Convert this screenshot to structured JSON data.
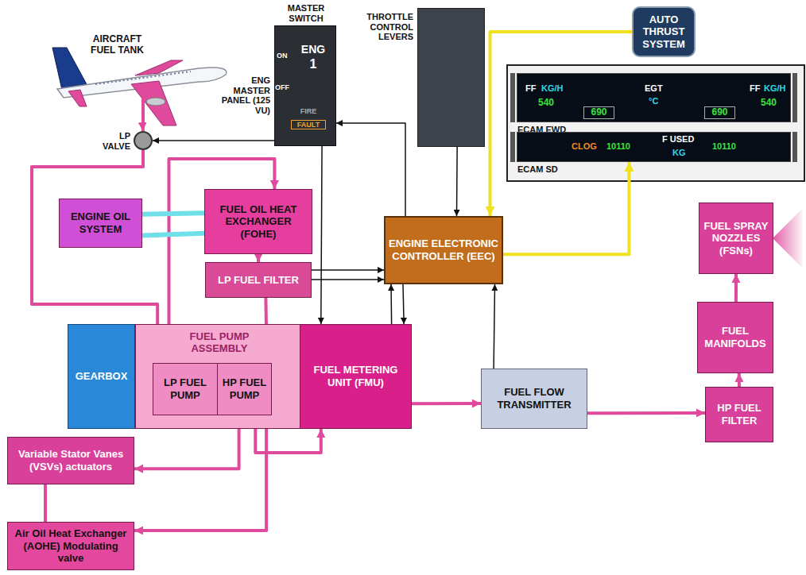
{
  "diagram": {
    "nodes": [
      {
        "text": [
          "AIRCRAFT FUEL TANK"
        ]
      },
      {
        "text": [
          "LP VALVE"
        ]
      },
      {
        "text": [
          "MASTER SWITCH",
          "ON",
          "OFF",
          "ENG",
          "1",
          "FIRE",
          "FAULT",
          "ENG MASTER PANEL (125 VU)"
        ]
      },
      {
        "text": [
          "THROTTLE CONTROL LEVERS"
        ]
      },
      {
        "text": [
          "AUTO THRUST SYSTEM"
        ]
      },
      {
        "text": [
          "FF",
          "KG/H",
          "540",
          "690",
          "EGT",
          "°C",
          "690",
          "FF",
          "KG/H",
          "540",
          "ECAM EWD"
        ]
      },
      {
        "text": [
          "CLOG",
          "10110",
          "F USED",
          "KG",
          "10110",
          "ECAM SD"
        ]
      },
      {
        "text": [
          "ENGINE OIL SYSTEM"
        ]
      },
      {
        "text": [
          "FUEL OIL HEAT EXCHANGER (FOHE)"
        ]
      },
      {
        "text": [
          "LP FUEL FILTER"
        ]
      },
      {
        "text": [
          "ENGINE ELECTRONIC CONTROLLER (EEC)"
        ]
      },
      {
        "text": [
          "FUEL SPRAY NOZZLES (FSNs)"
        ]
      },
      {
        "text": [
          "FUEL MANIFOLDS"
        ]
      },
      {
        "text": [
          "HP FUEL FILTER"
        ]
      },
      {
        "text": [
          "GEARBOX"
        ]
      },
      {
        "text": [
          "FUEL PUMP ASSEMBLY"
        ]
      },
      {
        "text": [
          "LP FUEL PUMP"
        ],
        "in": 15
      },
      {
        "text": [
          "HP FUEL PUMP"
        ],
        "in": 15
      },
      {
        "text": [
          "FUEL METERING UNIT (FMU)"
        ]
      },
      {
        "text": [
          "FUEL FLOW TRANSMITTER"
        ]
      },
      {
        "text": [
          "Variable Stator Vanes (VSVs) actuators"
        ]
      },
      {
        "text": [
          "Air Oil Heat Exchanger (AOHE) Modulating valve"
        ]
      }
    ],
    "edges": [
      {
        "from": 0,
        "to": 1,
        "arrow": "to"
      },
      {
        "from": 1,
        "to": 16,
        "arrow": "to"
      },
      {
        "from": 16,
        "to": 8,
        "arrow": "to"
      },
      {
        "from": 2,
        "to": 1,
        "arrow": "to"
      },
      {
        "from": 8,
        "to": 9,
        "arrow": "to"
      },
      {
        "from": 9,
        "to": 17,
        "arrow": "to"
      },
      {
        "from": 7,
        "to": 8,
        "arrow": "none"
      },
      {
        "from": 7,
        "to": 8,
        "arrow": "none"
      },
      {
        "from": 17,
        "to": 18,
        "arrow": "to"
      },
      {
        "from": 17,
        "to": 20,
        "arrow": "to"
      },
      {
        "from": 17,
        "to": 21,
        "arrow": "to"
      },
      {
        "from": 20,
        "to": 21,
        "arrow": "none"
      },
      {
        "from": 18,
        "to": 19,
        "arrow": "to"
      },
      {
        "from": 19,
        "to": 13,
        "arrow": "to"
      },
      {
        "from": 13,
        "to": 12,
        "arrow": "to"
      },
      {
        "from": 12,
        "to": 11,
        "arrow": "to"
      },
      {
        "from": 10,
        "to": 2,
        "arrow": "to"
      },
      {
        "from": 2,
        "to": 18,
        "arrow": "to"
      },
      {
        "from": 3,
        "to": 10,
        "arrow": "to"
      },
      {
        "from": 4,
        "to": 10,
        "arrow": "to"
      },
      {
        "from": 10,
        "to": 6,
        "arrow": "to"
      },
      {
        "from": 9,
        "to": 10,
        "arrow": "to"
      },
      {
        "from": 9,
        "to": 10,
        "arrow": "to"
      },
      {
        "from": 18,
        "to": 10,
        "arrow": "to"
      },
      {
        "from": 10,
        "to": 18,
        "arrow": "to"
      },
      {
        "from": 19,
        "to": 10,
        "arrow": "to"
      }
    ]
  }
}
